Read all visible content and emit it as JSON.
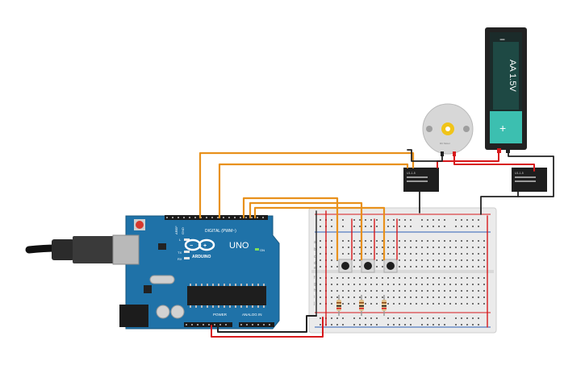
{
  "arduino": {
    "logo_text": "ARDUINO",
    "model": "UNO",
    "digital_label": "DIGITAL (PWM~)",
    "power_label": "POWER",
    "analog_label": "ANALOG IN",
    "on_label": "ON",
    "tx_label": "TX",
    "rx_label": "RX",
    "l_label": "L",
    "aref_label": "AREF",
    "gnd_label": "GND"
  },
  "battery": {
    "label": "AA 1.5V",
    "minus_symbol": "−",
    "plus_symbol": "+"
  },
  "motor": {
    "label": "DC Motor"
  },
  "relays": [
    {
      "label": "U1-1-5"
    },
    {
      "label": "U1-1-5"
    }
  ],
  "breadboard": {
    "row_letters_top": [
      "a",
      "b",
      "c",
      "d",
      "e"
    ],
    "row_letters_bottom": [
      "f",
      "g",
      "h",
      "i",
      "j"
    ]
  },
  "colors": {
    "wire_orange": "#e8911c",
    "wire_red": "#d7191c",
    "wire_black": "#222222",
    "arduino_blue": "#1d6fa3",
    "battery_teal": "#3cbfb0",
    "battery_dark": "#222222",
    "breadboard": "#eeeeee"
  }
}
